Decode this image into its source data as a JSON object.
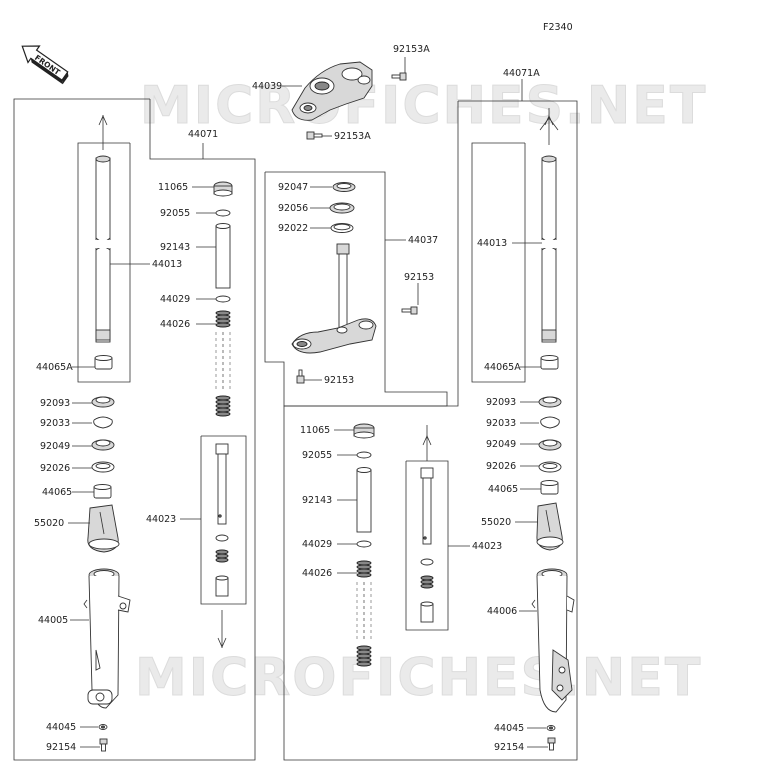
{
  "figure_code": "F2340",
  "front_badge": "FRONT",
  "watermark_text": "MICROFICHES.NET",
  "labels": {
    "p_92153A_top": "92153A",
    "p_44039": "44039",
    "p_92153A_bot": "92153A",
    "p_44071A": "44071A",
    "p_44071": "44071",
    "l_11065": "11065",
    "l_92055": "92055",
    "l_92143": "92143",
    "l_44013": "44013",
    "l_44029": "44029",
    "l_44026": "44026",
    "l_44065A": "44065A",
    "l_92093": "92093",
    "l_92033": "92033",
    "l_92049": "92049",
    "l_92026": "92026",
    "l_44065": "44065",
    "l_55020": "55020",
    "l_44023": "44023",
    "l_44005": "44005",
    "l_44045": "44045",
    "l_92154": "92154",
    "c_92047": "92047",
    "c_92056": "92056",
    "c_92022": "92022",
    "c_44037": "44037",
    "c_92153": "92153",
    "c_92153_b": "92153",
    "r_44013": "44013",
    "r_44065A": "44065A",
    "r_92093": "92093",
    "r_92033": "92033",
    "r_92049": "92049",
    "r_92026": "92026",
    "r_44065": "44065",
    "r_55020": "55020",
    "r_44006": "44006",
    "r_44045": "44045",
    "r_92154": "92154",
    "m_11065": "11065",
    "m_92055": "92055",
    "m_92143": "92143",
    "m_44029": "44029",
    "m_44026": "44026",
    "m_44023": "44023"
  }
}
